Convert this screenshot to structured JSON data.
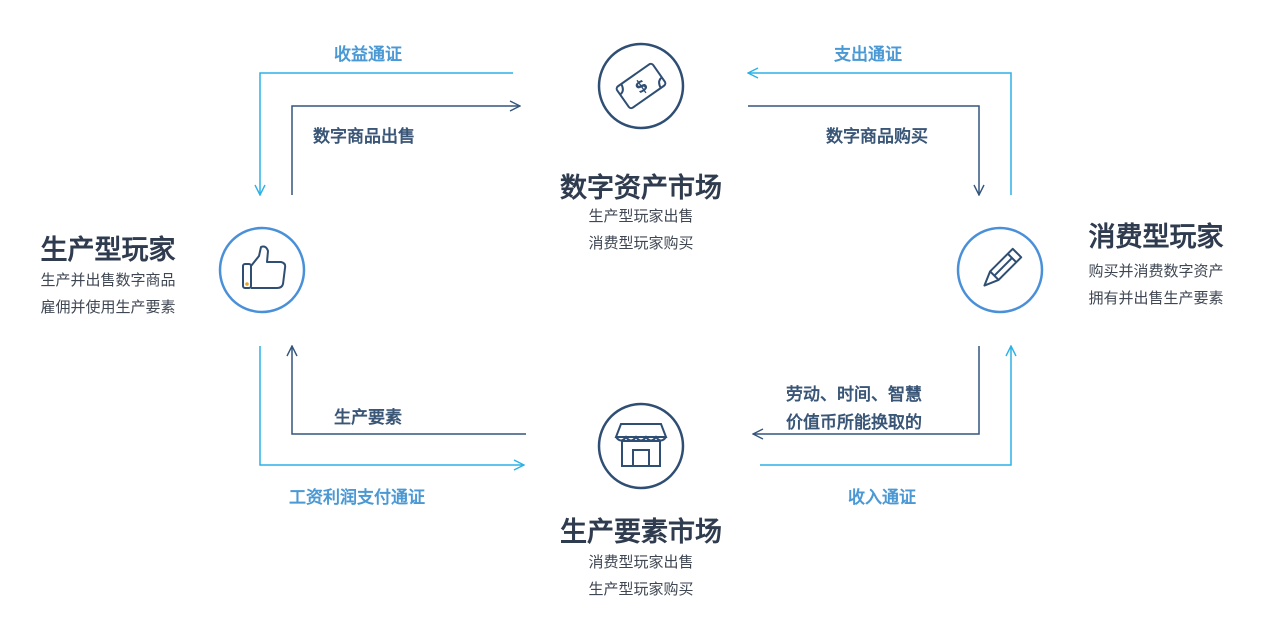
{
  "colors": {
    "dark": "#34557c",
    "light": "#2bb1e6",
    "circle_dark": "#2f4e74",
    "circle_light": "#4a90d9",
    "text_dark_label": "#3a5677",
    "text_light_label": "#4a98d4",
    "title": "#2f3b4e"
  },
  "nodes": {
    "digital_market": {
      "title": "数字资产市场",
      "line1": "生产型玩家出售",
      "line2": "消费型玩家购买",
      "icon": "money-bill-icon"
    },
    "factor_market": {
      "title": "生产要素市场",
      "line1": "消费型玩家出售",
      "line2": "生产型玩家购买",
      "icon": "storefront-icon"
    },
    "producer": {
      "title": "生产型玩家",
      "line1": "生产并出售数字商品",
      "line2": "雇佣并使用生产要素",
      "icon": "thumbs-up-icon"
    },
    "consumer": {
      "title": "消费型玩家",
      "line1": "购买并消费数字资产",
      "line2": "拥有并出售生产要素",
      "icon": "pencil-icon"
    }
  },
  "flows": {
    "revenue_token": "收益通证",
    "digital_goods_sale": "数字商品出售",
    "expense_token": "支出通证",
    "digital_goods_purchase": "数字商品购买",
    "factors": "生产要素",
    "wage_profit_token": "工资利润支付通证",
    "labor_line1": "劳动、时间、智慧",
    "labor_line2": "价值币所能换取的",
    "income_token": "收入通证"
  }
}
